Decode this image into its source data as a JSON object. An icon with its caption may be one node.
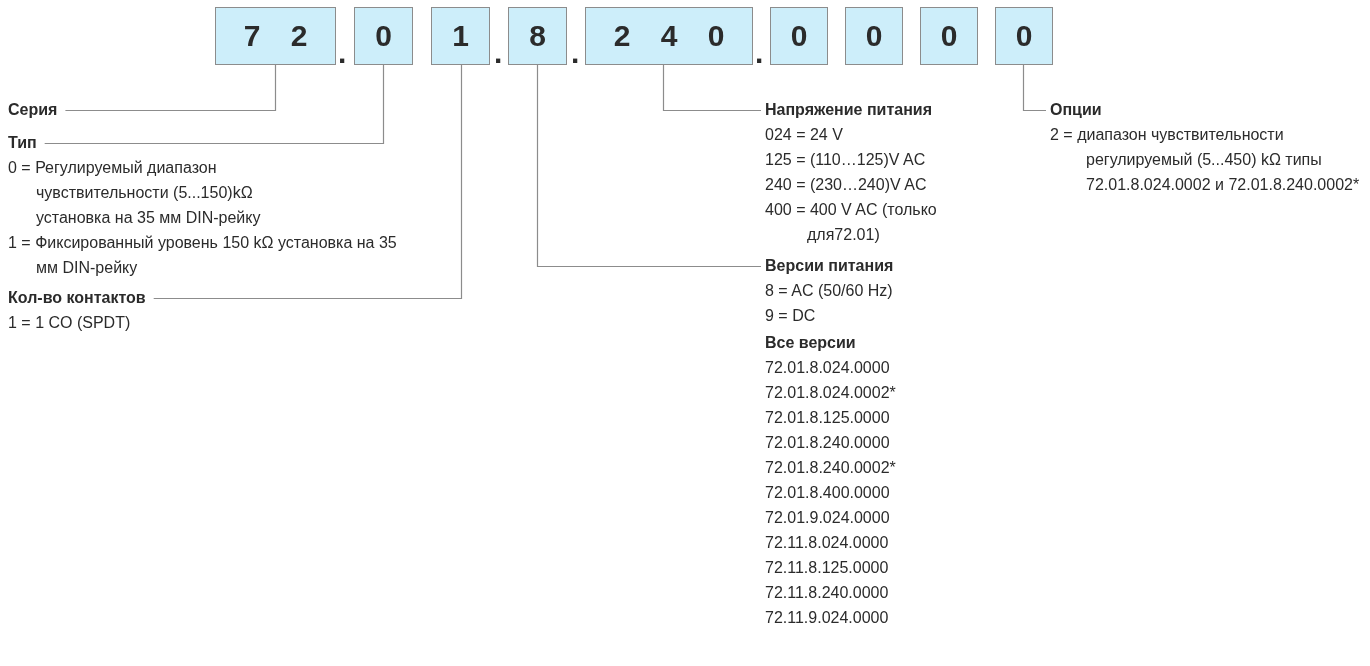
{
  "diagram": {
    "nodes": [
      {
        "text": [
          "7 2"
        ]
      },
      {
        "text": [
          "0"
        ]
      },
      {
        "text": [
          "1"
        ]
      },
      {
        "text": [
          "8"
        ]
      },
      {
        "text": [
          "2 4 0"
        ]
      },
      {
        "text": [
          "0"
        ]
      },
      {
        "text": [
          "0"
        ]
      },
      {
        "text": [
          "0"
        ]
      },
      {
        "text": [
          "0"
        ]
      },
      {
        "text": [
          "Серия"
        ]
      },
      {
        "text": [
          "Тип",
          "0 = Регулируемый диапазон чувствительности (5...150)kΩ установка на 35 мм DIN-рейку",
          "1 = Фиксированный уровень 150 kΩ установка на 35 мм DIN-рейку"
        ]
      },
      {
        "text": [
          "Напряжение питания",
          "024 = 24 V",
          "125 = (110…125)V AC",
          "240 = (230…240)V AC",
          "400 = 400 V AC (только для72.01)"
        ]
      },
      {
        "text": [
          "Опции",
          "2 = диапазон чувствительности регулируемый (5...450) kΩ типы 72.01.8.024.0002 и 72.01.8.240.0002*"
        ]
      },
      {
        "text": [
          "Кол-во контактов",
          "1 = 1 CO (SPDT)"
        ]
      },
      {
        "text": [
          "Версии питания",
          "8 = AC (50/60 Hz)",
          "9 = DC"
        ]
      }
    ],
    "edges": [
      {
        "from": 0,
        "to": 9,
        "arrow": "none"
      },
      {
        "from": 1,
        "to": 10,
        "arrow": "none"
      },
      {
        "from": 4,
        "to": 11,
        "arrow": "none"
      },
      {
        "from": 8,
        "to": 12,
        "arrow": "none"
      },
      {
        "from": 2,
        "to": 13,
        "arrow": "none"
      },
      {
        "from": 3,
        "to": 14,
        "arrow": "none"
      }
    ],
    "labels": [
      ".",
      ".",
      ".",
      ".",
      "Все версии",
      "72.01.8.024.0000",
      "72.01.8.024.0002*",
      "72.01.8.125.0000",
      "72.01.8.240.0000",
      "72.01.8.240.0002*",
      "72.01.8.400.0000",
      "72.01.9.024.0000",
      "72.11.8.024.0000",
      "72.11.8.125.0000",
      "72.11.8.240.0000",
      "72.11.9.024.0000"
    ]
  }
}
